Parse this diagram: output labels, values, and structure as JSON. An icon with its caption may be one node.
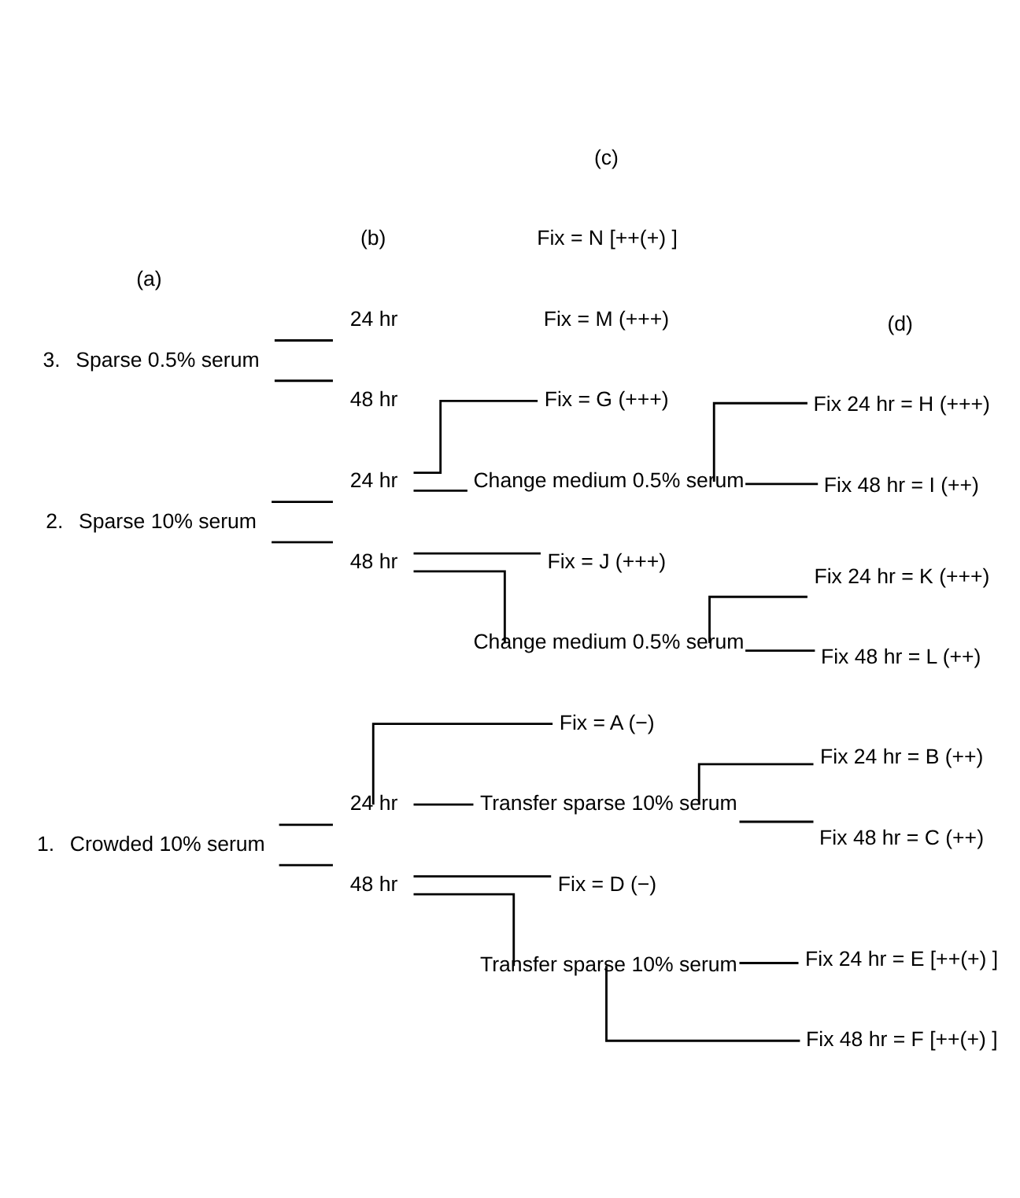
{
  "diagram": {
    "nodes": [
      {
        "text": [
          "Crowded 10% serum"
        ],
        "beside": [
          "1."
        ]
      },
      {
        "text": [
          "24 hr"
        ]
      },
      {
        "text": [
          "Fix = A (−)"
        ]
      },
      {
        "text": [
          "Transfer sparse 10% serum"
        ]
      },
      {
        "text": [
          "Fix 24 hr = B (++)"
        ]
      },
      {
        "text": [
          "Fix 48 hr = C (++)"
        ]
      },
      {
        "text": [
          "48 hr"
        ]
      },
      {
        "text": [
          "Fix = D (−)"
        ]
      },
      {
        "text": [
          "Transfer sparse 10% serum"
        ]
      },
      {
        "text": [
          "Fix 24 hr = E [++(+) ]"
        ]
      },
      {
        "text": [
          "Fix 48 hr = F [++(+) ]"
        ]
      },
      {
        "text": [
          "Sparse 10% serum"
        ],
        "beside": [
          "2."
        ]
      },
      {
        "text": [
          "24 hr"
        ]
      },
      {
        "text": [
          "Fix = G (+++)"
        ]
      },
      {
        "text": [
          "Change medium 0.5% serum"
        ]
      },
      {
        "text": [
          "Fix 24 hr = H (+++)"
        ]
      },
      {
        "text": [
          "Fix 48 hr = I (++)"
        ]
      },
      {
        "text": [
          "48 hr"
        ]
      },
      {
        "text": [
          "Fix = J (+++)"
        ]
      },
      {
        "text": [
          "Change medium 0.5% serum"
        ]
      },
      {
        "text": [
          "Fix 24 hr = K (+++)"
        ]
      },
      {
        "text": [
          "Fix 48 hr = L (++)"
        ]
      },
      {
        "text": [
          "Sparse 0.5% serum"
        ],
        "beside": [
          "3."
        ]
      },
      {
        "text": [
          "24 hr"
        ]
      },
      {
        "text": [
          "Fix = M (+++)"
        ]
      },
      {
        "text": [
          "48 hr"
        ]
      },
      {
        "text": [
          "Fix = N [++(+) ]"
        ]
      }
    ],
    "edges": [
      {
        "from": 0,
        "to": 1,
        "arrow": "none"
      },
      {
        "from": 0,
        "to": 6,
        "arrow": "none"
      },
      {
        "from": 1,
        "to": 2,
        "arrow": "none"
      },
      {
        "from": 1,
        "to": 3,
        "arrow": "none"
      },
      {
        "from": 3,
        "to": 4,
        "arrow": "none"
      },
      {
        "from": 3,
        "to": 5,
        "arrow": "none"
      },
      {
        "from": 6,
        "to": 7,
        "arrow": "none"
      },
      {
        "from": 6,
        "to": 8,
        "arrow": "none"
      },
      {
        "from": 8,
        "to": 9,
        "arrow": "none"
      },
      {
        "from": 8,
        "to": 10,
        "arrow": "none"
      },
      {
        "from": 11,
        "to": 12,
        "arrow": "none"
      },
      {
        "from": 11,
        "to": 17,
        "arrow": "none"
      },
      {
        "from": 12,
        "to": 13,
        "arrow": "none"
      },
      {
        "from": 12,
        "to": 14,
        "arrow": "none"
      },
      {
        "from": 14,
        "to": 15,
        "arrow": "none"
      },
      {
        "from": 14,
        "to": 16,
        "arrow": "none"
      },
      {
        "from": 17,
        "to": 18,
        "arrow": "none"
      },
      {
        "from": 17,
        "to": 19,
        "arrow": "none"
      },
      {
        "from": 19,
        "to": 20,
        "arrow": "none"
      },
      {
        "from": 19,
        "to": 21,
        "arrow": "none"
      },
      {
        "from": 22,
        "to": 23,
        "arrow": "none"
      },
      {
        "from": 22,
        "to": 25,
        "arrow": "none"
      }
    ],
    "labels": [
      "(a)",
      "(b)",
      "(c)",
      "(d)"
    ]
  }
}
